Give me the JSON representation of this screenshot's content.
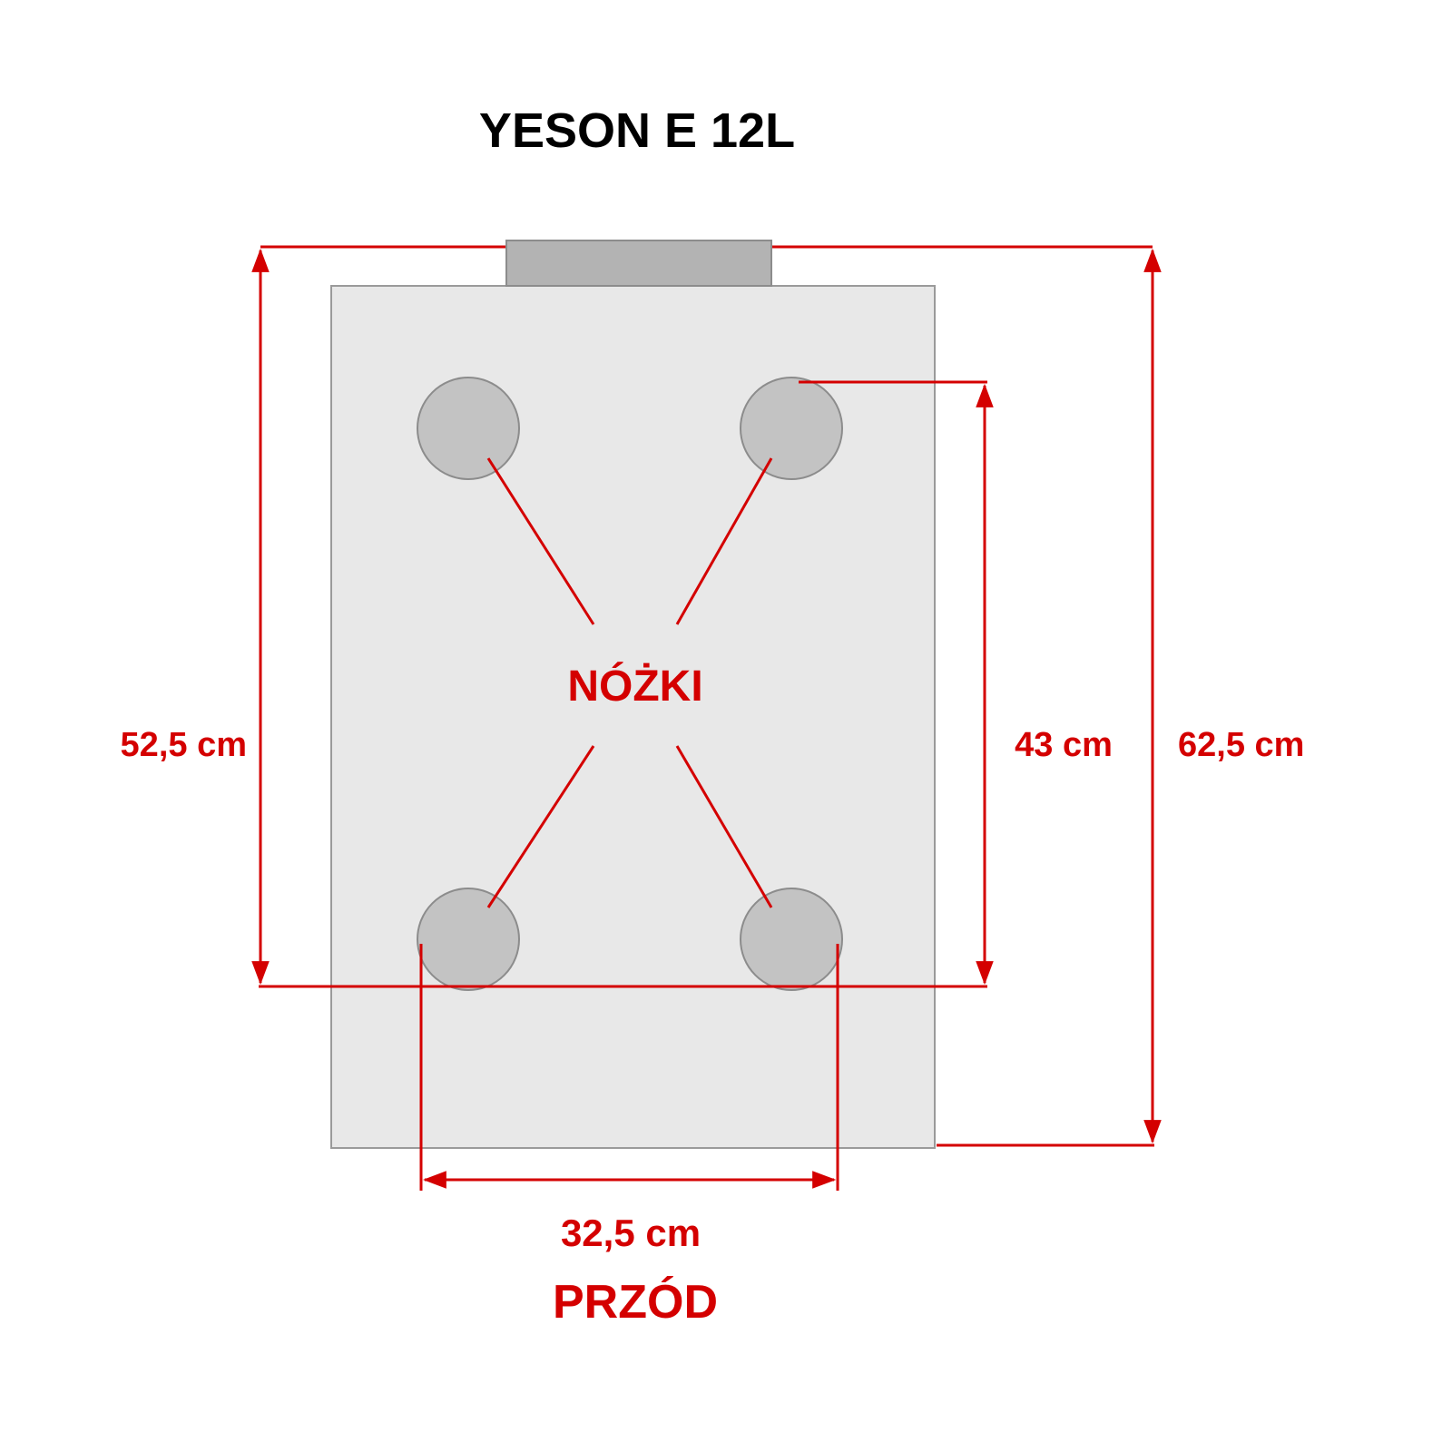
{
  "title": "YESON E 12L",
  "labels": {
    "feet": "NÓŻKI",
    "front": "PRZÓD"
  },
  "dimensions": {
    "left_height": "52,5 cm",
    "feet_spacing_vertical": "43 cm",
    "total_height": "62,5 cm",
    "feet_spacing_horizontal": "32,5 cm"
  },
  "colors": {
    "accent_red": "#d40000",
    "body_fill": "#e8e8e8",
    "handle_fill": "#b3b3b3",
    "foot_fill": "#c3c3c3",
    "outline_gray": "#9a9a9a",
    "title_black": "#000000"
  }
}
